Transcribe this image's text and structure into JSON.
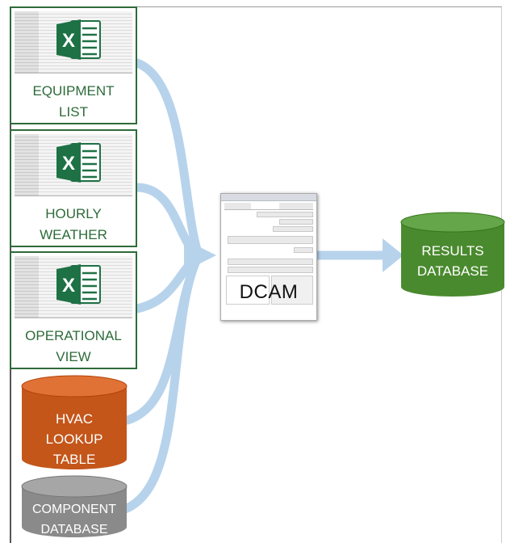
{
  "colors": {
    "excel_green": "#1e7145",
    "card_border": "#2e6b3a",
    "card_text": "#2e6b3a",
    "arrow": "#b7d3ec",
    "results": "#4a8a2e",
    "hvac": "#c4561a",
    "component": "#8a8a8a"
  },
  "sources": {
    "equipment": {
      "icon": "excel-icon",
      "glyph": "X",
      "label": [
        "EQUIPMENT",
        "LIST"
      ]
    },
    "weather": {
      "icon": "excel-icon",
      "glyph": "X",
      "label": [
        "HOURLY",
        "WEATHER"
      ]
    },
    "operational": {
      "icon": "excel-icon",
      "glyph": "X",
      "label": [
        "OPERATIONAL",
        "VIEW"
      ]
    },
    "hvac": {
      "icon": "database-icon",
      "label": [
        "HVAC",
        "LOOKUP",
        "TABLE"
      ]
    },
    "component": {
      "icon": "database-icon",
      "label": [
        "COMPONENT",
        "DATABASE"
      ]
    }
  },
  "processor": {
    "icon": "application-window-icon",
    "label": "DCAM"
  },
  "output": {
    "icon": "database-icon",
    "label": [
      "RESULTS",
      "DATABASE"
    ]
  }
}
